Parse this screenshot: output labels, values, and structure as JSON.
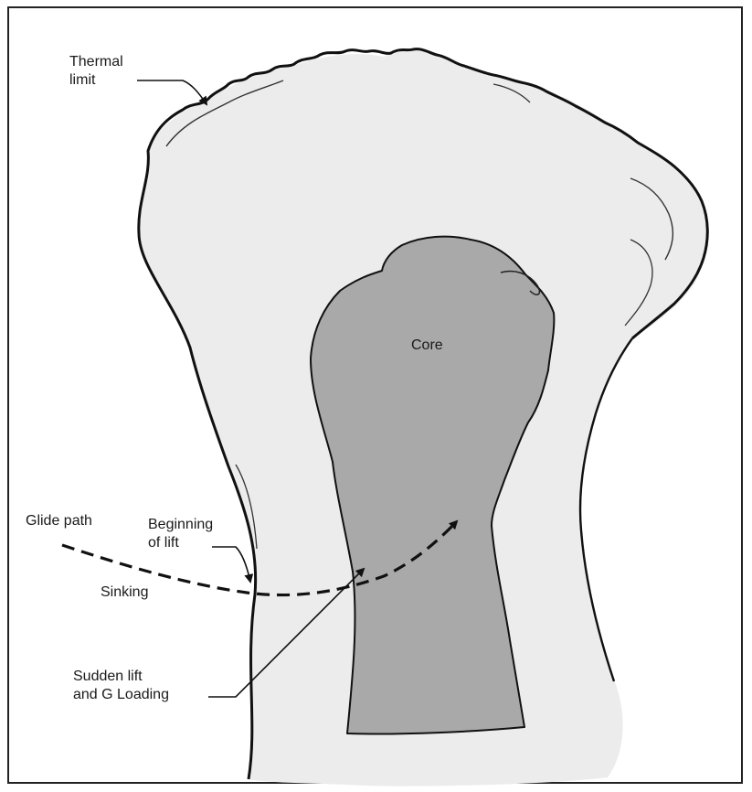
{
  "labels": {
    "thermal_limit": [
      "Thermal",
      "limit"
    ],
    "core": "Core",
    "glide_path": "Glide path",
    "beginning_of_lift": [
      "Beginning",
      "of lift"
    ],
    "sinking": "Sinking",
    "sudden_lift": [
      "Sudden lift",
      "and G Loading"
    ]
  },
  "colors": {
    "thermal_fill": "#ececec",
    "core_fill": "#a9a9a9",
    "outline": "#111111",
    "frame": "#222222"
  }
}
